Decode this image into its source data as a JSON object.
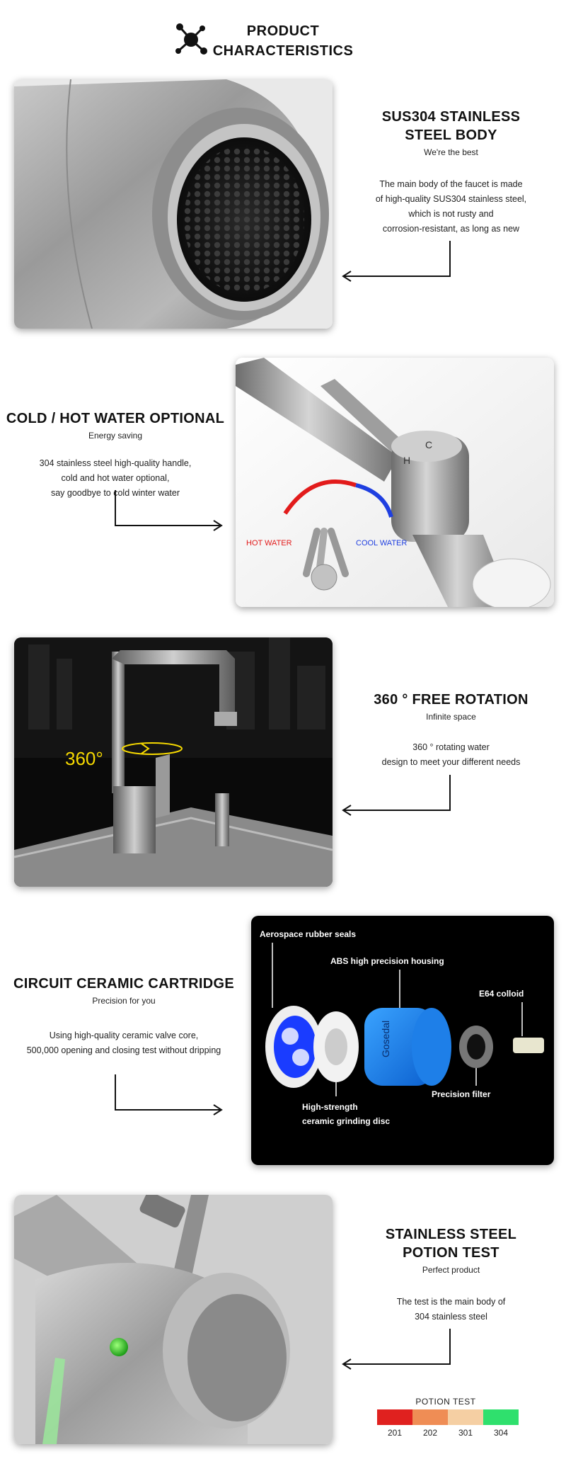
{
  "header": {
    "title_line1": "PRODUCT",
    "title_line2": "CHARACTERISTICS"
  },
  "sections": [
    {
      "title_line1": "SUS304 STAINLESS",
      "title_line2": "STEEL BODY",
      "subtitle": "We're the best",
      "desc": [
        "The main body of the faucet is made",
        "of high-quality SUS304 stainless steel,",
        "which is not rusty and",
        "corrosion-resistant, as long as new"
      ]
    },
    {
      "title_line1": "COLD / HOT WATER OPTIONAL",
      "subtitle": "Energy saving",
      "desc": [
        "304 stainless steel high-quality handle,",
        "cold and hot water optional,",
        "say goodbye to cold winter water"
      ],
      "hot_label": "HOT WATER",
      "cool_label": "COOL WATER",
      "handle_h": "H",
      "handle_c": "C"
    },
    {
      "title_line1": "360 ° FREE ROTATION",
      "subtitle": "Infinite space",
      "desc": [
        "360 ° rotating water",
        "design to meet your different needs"
      ],
      "rotation_label": "360°"
    },
    {
      "title_line1": "CIRCUIT CERAMIC CARTRIDGE",
      "subtitle": "Precision for you",
      "desc": [
        "Using high-quality ceramic valve core,",
        "500,000 opening and closing test without dripping"
      ],
      "callouts": {
        "seals": "Aerospace rubber seals",
        "housing": "ABS high precision housing",
        "colloid": "E64 colloid",
        "filter": "Precision filter",
        "disc_line1": "High-strength",
        "disc_line2": "ceramic grinding disc"
      },
      "brand_text": "Gosedal"
    },
    {
      "title_line1": "STAINLESS STEEL",
      "title_line2": "POTION TEST",
      "subtitle": "Perfect product",
      "desc": [
        "The test is the main body of",
        "304 stainless steel"
      ]
    }
  ],
  "potion_test": {
    "title": "POTION TEST",
    "grades": [
      "201",
      "202",
      "301",
      "304"
    ],
    "colors": [
      "#e0211f",
      "#ef8d55",
      "#f5cfa3",
      "#2fe06d"
    ]
  }
}
